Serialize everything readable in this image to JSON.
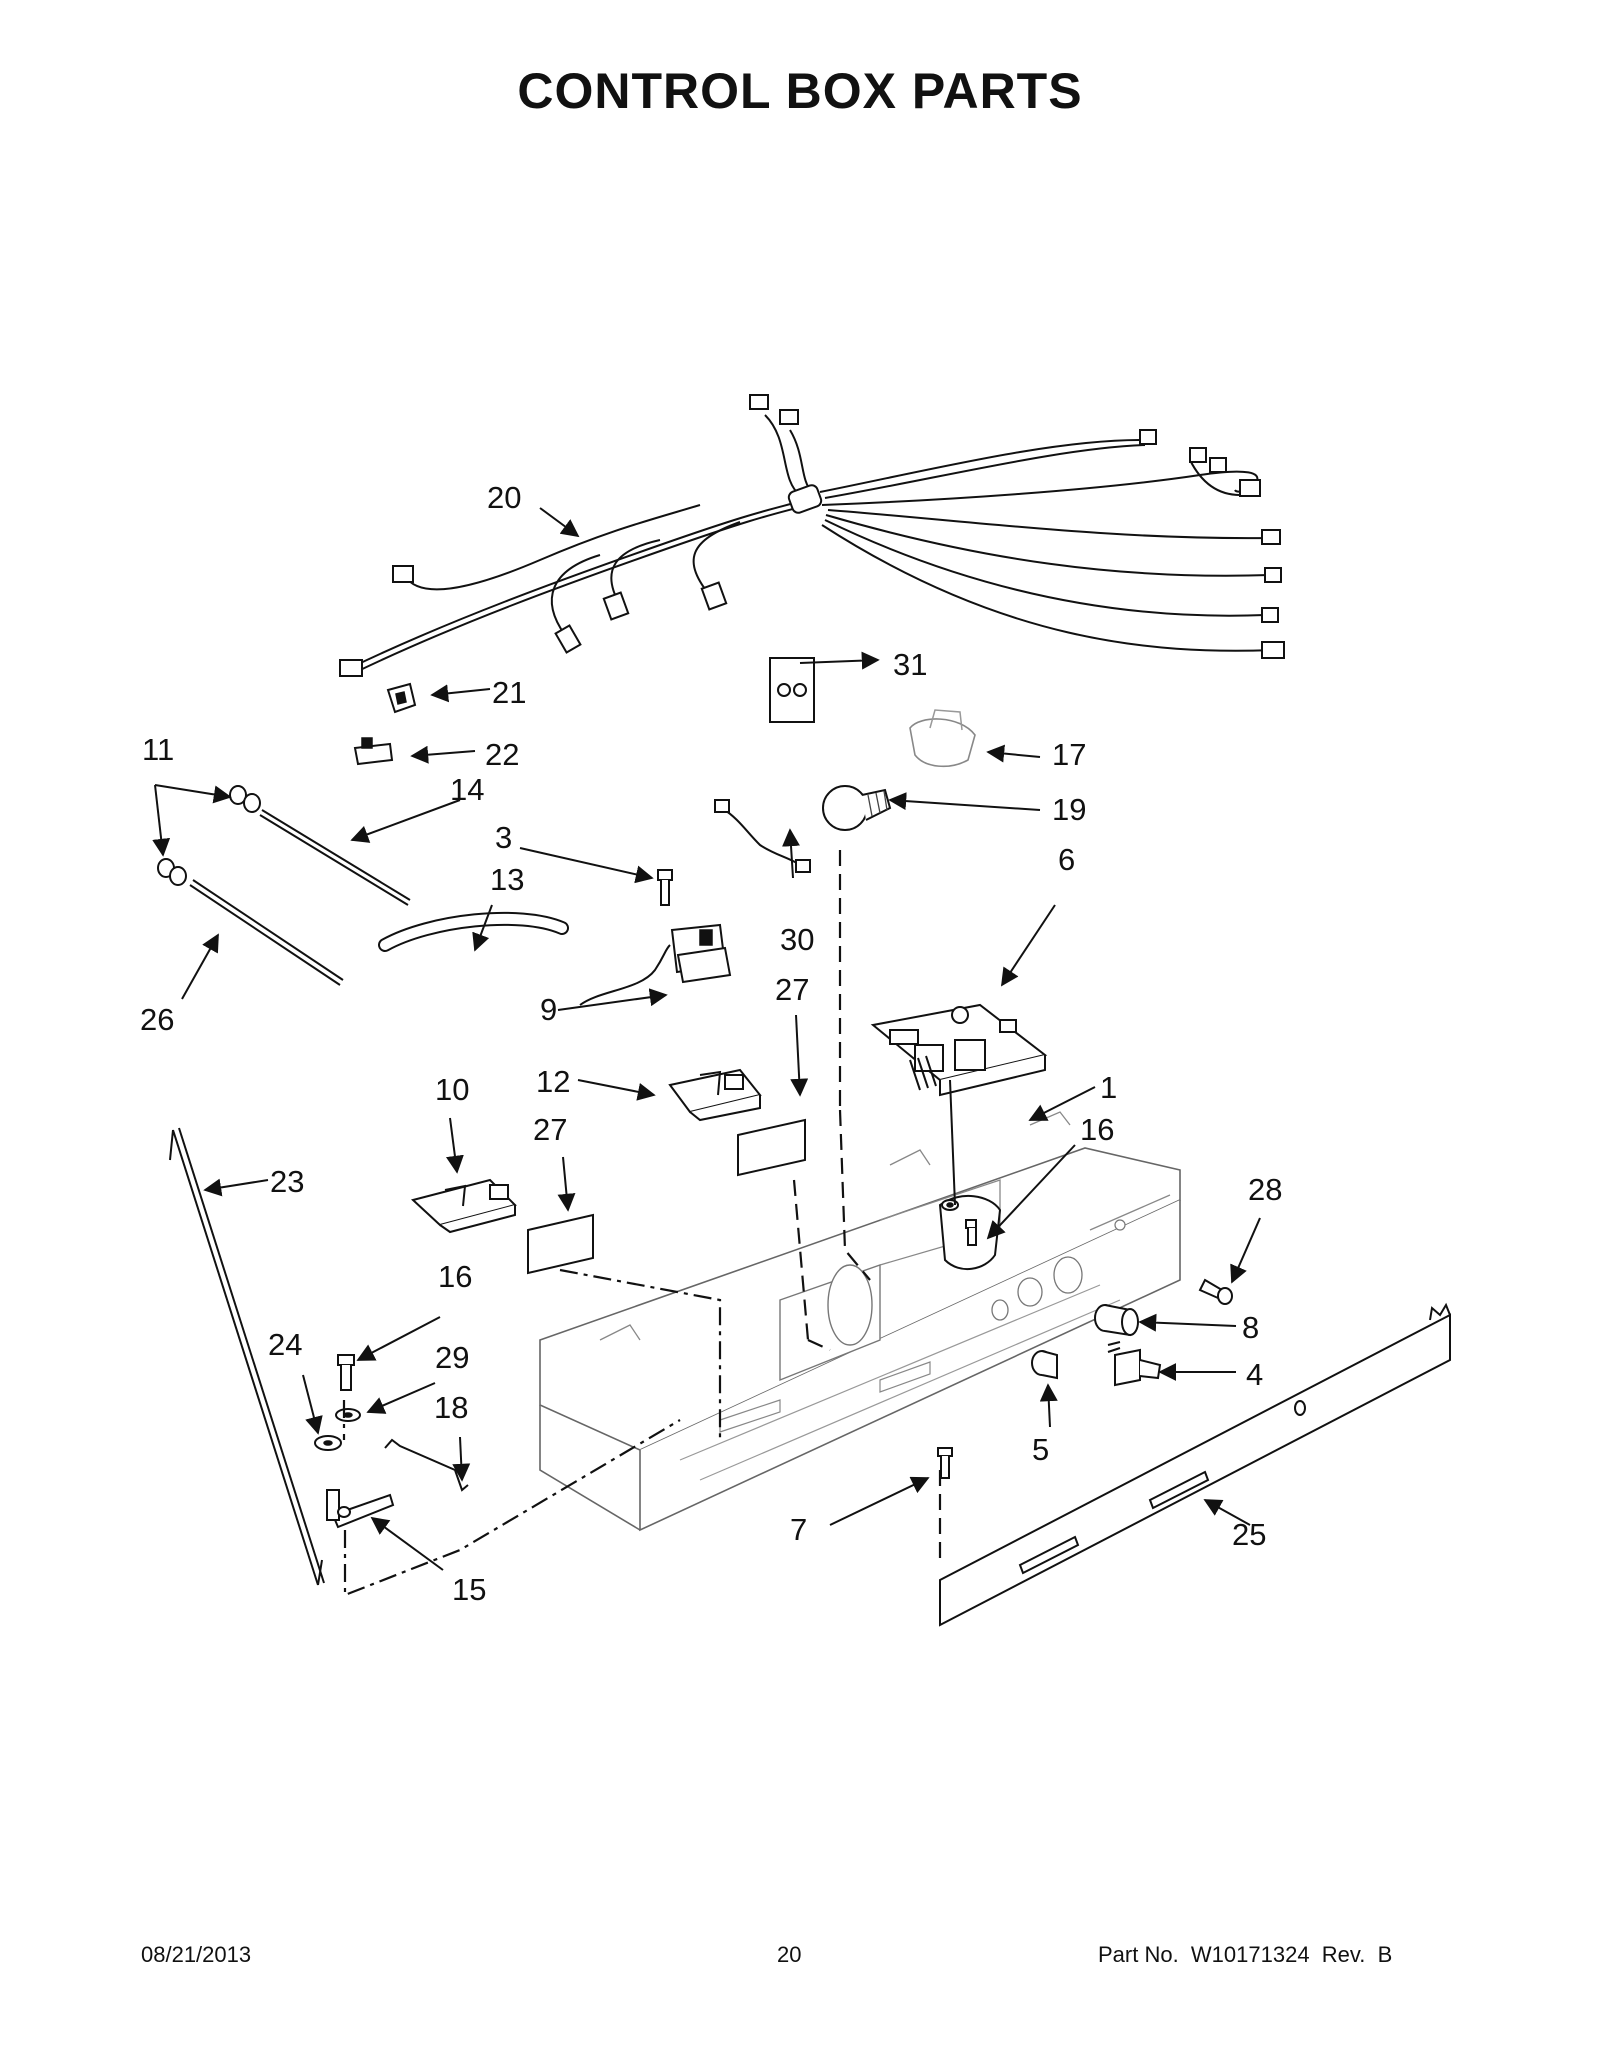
{
  "title": "CONTROL BOX PARTS",
  "footer": {
    "date": "08/21/2013",
    "page_number": "20",
    "part_no": "Part No.  W10171324  Rev.  B"
  },
  "callouts": {
    "c1": "1",
    "c3": "3",
    "c4": "4",
    "c5": "5",
    "c6": "6",
    "c7": "7",
    "c8": "8",
    "c9": "9",
    "c10": "10",
    "c11": "11",
    "c12": "12",
    "c13": "13",
    "c14": "14",
    "c15": "15",
    "c16a": "16",
    "c16b": "16",
    "c17": "17",
    "c18": "18",
    "c19": "19",
    "c20": "20",
    "c21": "21",
    "c22": "22",
    "c23": "23",
    "c24": "24",
    "c25": "25",
    "c26": "26",
    "c27a": "27",
    "c27b": "27",
    "c28": "28",
    "c29": "29",
    "c30": "30",
    "c31": "31"
  }
}
